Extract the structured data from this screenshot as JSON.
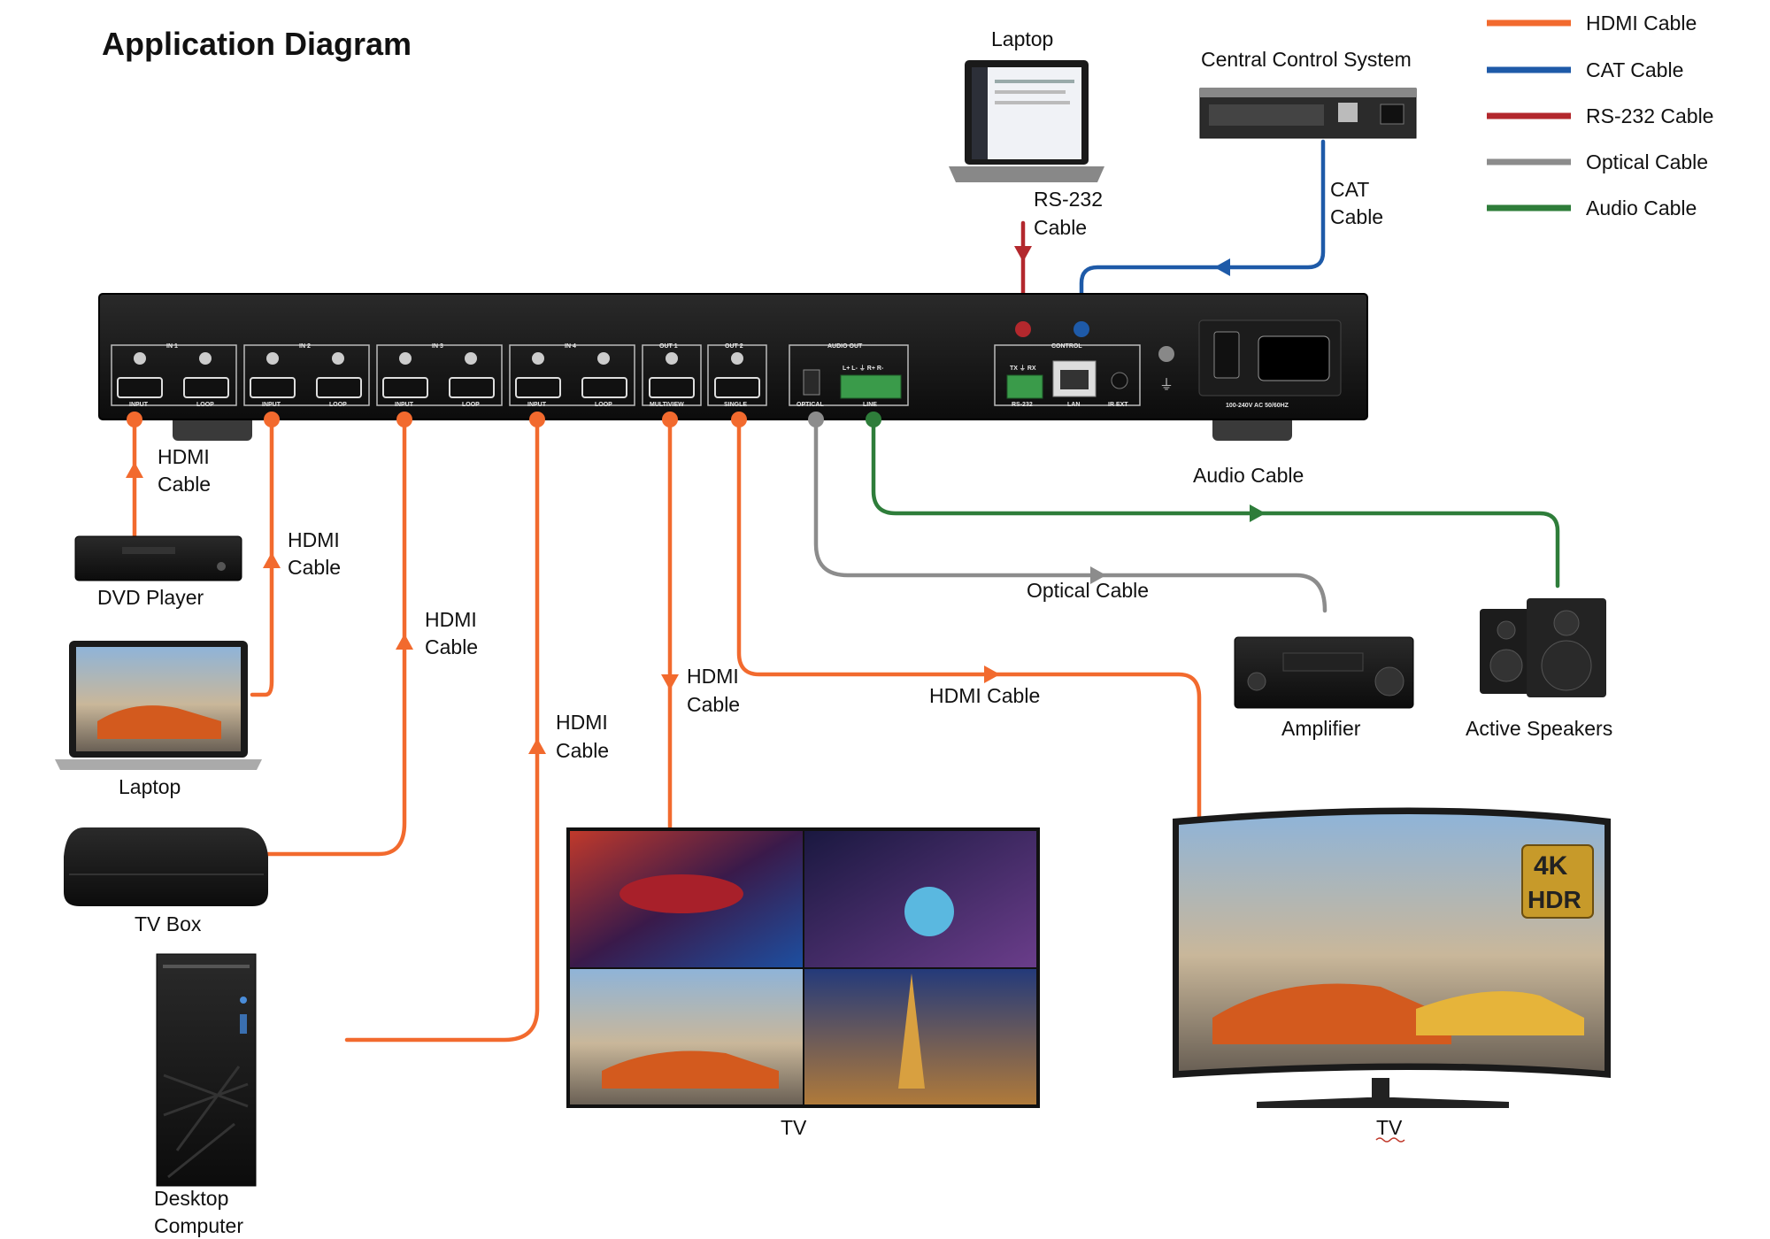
{
  "title": "Application Diagram",
  "colors": {
    "hdmi": "#f26a2e",
    "cat": "#1e5aa8",
    "rs232": "#b3282d",
    "optical": "#8c8c8c",
    "audio": "#2e7d3a"
  },
  "legend": [
    {
      "label": "HDMI Cable",
      "color": "#f26a2e"
    },
    {
      "label": "CAT Cable",
      "color": "#1e5aa8"
    },
    {
      "label": "RS-232 Cable",
      "color": "#b3282d"
    },
    {
      "label": "Optical Cable",
      "color": "#8c8c8c"
    },
    {
      "label": "Audio Cable",
      "color": "#2e7d3a"
    }
  ],
  "devices": {
    "laptop_top": "Laptop",
    "central_control": "Central Control System",
    "dvd": "DVD Player",
    "laptop_left": "Laptop",
    "tv_box": "TV Box",
    "desktop_line1": "Desktop",
    "desktop_line2": "Computer",
    "tv_multiview": "TV",
    "tv_4k": "TV",
    "amplifier": "Amplifier",
    "speakers": "Active Speakers"
  },
  "cable_labels": {
    "rs232_line1": "RS-232",
    "rs232_line2": "Cable",
    "cat_line1": "CAT",
    "cat_line2": "Cable",
    "hdmi1_line1": "HDMI",
    "hdmi1_line2": "Cable",
    "hdmi2_line1": "HDMI",
    "hdmi2_line2": "Cable",
    "hdmi3_line1": "HDMI",
    "hdmi3_line2": "Cable",
    "hdmi4_line1": "HDMI",
    "hdmi4_line2": "Cable",
    "hdmi_out1_line1": "HDMI",
    "hdmi_out1_line2": "Cable",
    "hdmi_out2": "HDMI Cable",
    "optical": "Optical Cable",
    "audio": "Audio Cable"
  },
  "switcher": {
    "in1": "IN 1",
    "in2": "IN 2",
    "in3": "IN 3",
    "in4": "IN 4",
    "out1": "OUT 1",
    "out2": "OUT 2",
    "input": "INPUT",
    "loop": "LOOP",
    "multiview": "MULTIVIEW",
    "single": "SINGLE",
    "audio_out": "AUDIO OUT",
    "optical": "OPTICAL",
    "line": "LINE",
    "line_pins": "L+  L-  ⏚  R+  R-",
    "control": "CONTROL",
    "rs232": "RS-232",
    "lan": "LAN",
    "ir_ext": "IR EXT",
    "txrx": "TX  ⏚  RX",
    "power": "100-240V AC 50/60HZ"
  },
  "badge": {
    "top": "4K",
    "bottom": "HDR"
  }
}
